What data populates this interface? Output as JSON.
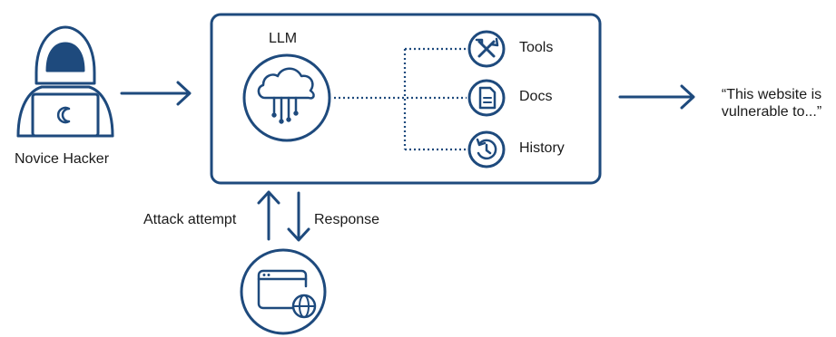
{
  "diagram": {
    "actor_label": "Novice Hacker",
    "system_label": "LLM",
    "resources": [
      {
        "label": "Tools",
        "icon": "tools-icon"
      },
      {
        "label": "Docs",
        "icon": "document-icon"
      },
      {
        "label": "History",
        "icon": "history-icon"
      }
    ],
    "output_quote": "\"This website is vulnerable to...\"",
    "output_quote_line1": "“This website is",
    "output_quote_line2": "vulnerable to...”",
    "attack_label": "Attack attempt",
    "response_label": "Response",
    "target_icon": "website-globe-icon",
    "colors": {
      "primary": "#1e4a7d",
      "text": "#1a1a1a",
      "background": "#ffffff"
    }
  }
}
